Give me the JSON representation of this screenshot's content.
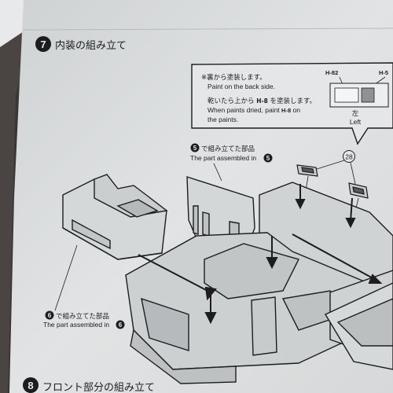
{
  "step7": {
    "number": "7",
    "title": "内装の組み立て"
  },
  "callout": {
    "line1_jp": "※裏から塗装します。",
    "line1_en": "Paint on the back side.",
    "line2_jp_pre": "乾いたら上から",
    "line2_jp_code": "H-8",
    "line2_jp_post": "を塗装します。",
    "line2_en_pre": "When paints dried, paint",
    "line2_en_code": "H-8",
    "line2_en_post": "on",
    "line3_en": "the paints.",
    "paint_code_a": "H-82",
    "paint_code_b": "H-5",
    "side_jp": "左",
    "side_en": "Left"
  },
  "part_callout": "28",
  "label5": {
    "number": "5",
    "jp": "で組み立てた部品",
    "en": "The part assembled in",
    "ref": "5"
  },
  "label6": {
    "number": "6",
    "jp": "で組み立てた部品",
    "en": "The part assembled in",
    "ref": "6"
  },
  "step8": {
    "number": "8",
    "title": "フロント部分の組み立て"
  },
  "colors": {
    "paper": "#dcdedf",
    "ink": "#1d1d1f",
    "desk": "#3a3634"
  }
}
